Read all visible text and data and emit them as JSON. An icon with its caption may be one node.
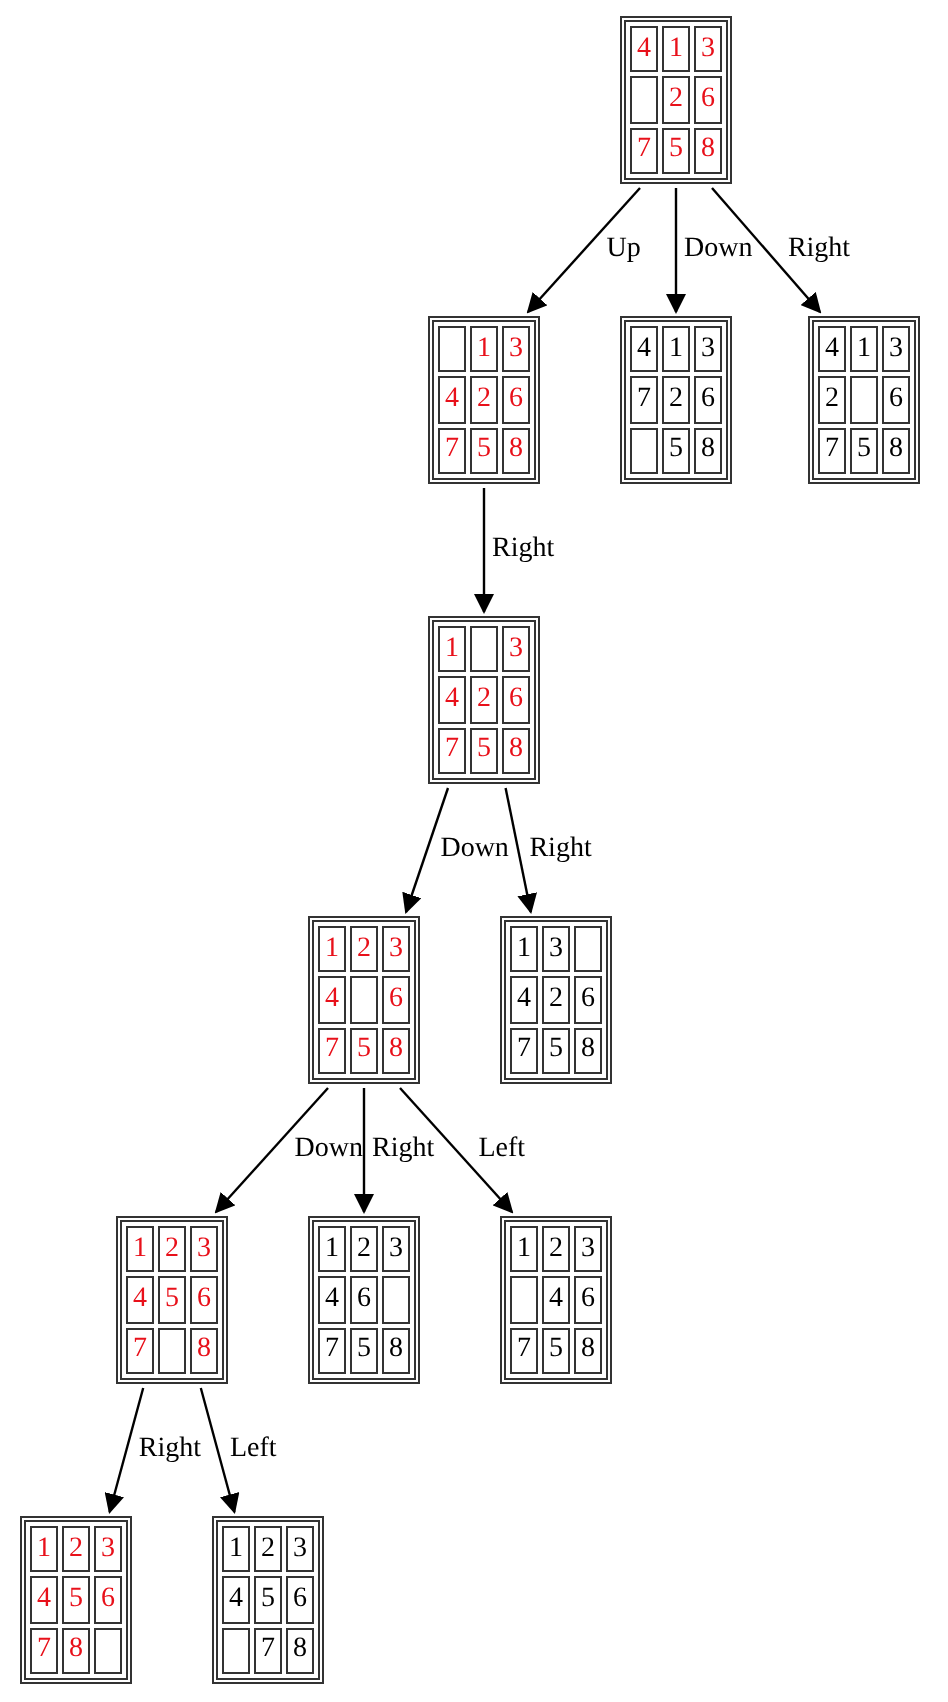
{
  "diagram": {
    "nodes": [
      {
        "text": [],
        "shape": "box"
      },
      {
        "text": [
          "4"
        ],
        "in": 0
      },
      {
        "text": [
          "1"
        ],
        "in": 0
      },
      {
        "text": [
          "3"
        ],
        "in": 0
      },
      {
        "text": [],
        "shape": "box",
        "in": 0
      },
      {
        "text": [
          "2"
        ],
        "in": 0
      },
      {
        "text": [
          "6"
        ],
        "in": 0
      },
      {
        "text": [
          "7"
        ],
        "in": 0
      },
      {
        "text": [
          "5"
        ],
        "in": 0
      },
      {
        "text": [
          "8"
        ],
        "in": 0
      },
      {
        "text": [],
        "shape": "box"
      },
      {
        "text": [],
        "shape": "box",
        "in": 10
      },
      {
        "text": [
          "1"
        ],
        "in": 10
      },
      {
        "text": [
          "3"
        ],
        "in": 10
      },
      {
        "text": [
          "4"
        ],
        "in": 10
      },
      {
        "text": [
          "2"
        ],
        "in": 10
      },
      {
        "text": [
          "6"
        ],
        "in": 10
      },
      {
        "text": [
          "7"
        ],
        "in": 10
      },
      {
        "text": [
          "5"
        ],
        "in": 10
      },
      {
        "text": [
          "8"
        ],
        "in": 10
      },
      {
        "text": [],
        "shape": "box"
      },
      {
        "text": [
          "4"
        ],
        "in": 20
      },
      {
        "text": [
          "1"
        ],
        "in": 20
      },
      {
        "text": [
          "3"
        ],
        "in": 20
      },
      {
        "text": [
          "7"
        ],
        "in": 20
      },
      {
        "text": [
          "2"
        ],
        "in": 20
      },
      {
        "text": [
          "6"
        ],
        "in": 20
      },
      {
        "text": [],
        "shape": "box",
        "in": 20
      },
      {
        "text": [
          "5"
        ],
        "in": 20
      },
      {
        "text": [
          "8"
        ],
        "in": 20
      },
      {
        "text": [],
        "shape": "box"
      },
      {
        "text": [
          "4"
        ],
        "in": 30
      },
      {
        "text": [
          "1"
        ],
        "in": 30
      },
      {
        "text": [
          "3"
        ],
        "in": 30
      },
      {
        "text": [
          "2"
        ],
        "in": 30
      },
      {
        "text": [],
        "shape": "box",
        "in": 30
      },
      {
        "text": [
          "6"
        ],
        "in": 30
      },
      {
        "text": [
          "7"
        ],
        "in": 30
      },
      {
        "text": [
          "5"
        ],
        "in": 30
      },
      {
        "text": [
          "8"
        ],
        "in": 30
      },
      {
        "text": [],
        "shape": "box"
      },
      {
        "text": [
          "1"
        ],
        "in": 40
      },
      {
        "text": [],
        "shape": "box",
        "in": 40
      },
      {
        "text": [
          "3"
        ],
        "in": 40
      },
      {
        "text": [
          "4"
        ],
        "in": 40
      },
      {
        "text": [
          "2"
        ],
        "in": 40
      },
      {
        "text": [
          "6"
        ],
        "in": 40
      },
      {
        "text": [
          "7"
        ],
        "in": 40
      },
      {
        "text": [
          "5"
        ],
        "in": 40
      },
      {
        "text": [
          "8"
        ],
        "in": 40
      },
      {
        "text": [],
        "shape": "box"
      },
      {
        "text": [
          "1"
        ],
        "in": 50
      },
      {
        "text": [
          "2"
        ],
        "in": 50
      },
      {
        "text": [
          "3"
        ],
        "in": 50
      },
      {
        "text": [
          "4"
        ],
        "in": 50
      },
      {
        "text": [],
        "shape": "box",
        "in": 50
      },
      {
        "text": [
          "6"
        ],
        "in": 50
      },
      {
        "text": [
          "7"
        ],
        "in": 50
      },
      {
        "text": [
          "5"
        ],
        "in": 50
      },
      {
        "text": [
          "8"
        ],
        "in": 50
      },
      {
        "text": [],
        "shape": "box"
      },
      {
        "text": [
          "1"
        ],
        "in": 60
      },
      {
        "text": [
          "3"
        ],
        "in": 60
      },
      {
        "text": [],
        "shape": "box",
        "in": 60
      },
      {
        "text": [
          "4"
        ],
        "in": 60
      },
      {
        "text": [
          "2"
        ],
        "in": 60
      },
      {
        "text": [
          "6"
        ],
        "in": 60
      },
      {
        "text": [
          "7"
        ],
        "in": 60
      },
      {
        "text": [
          "5"
        ],
        "in": 60
      },
      {
        "text": [
          "8"
        ],
        "in": 60
      },
      {
        "text": [],
        "shape": "box"
      },
      {
        "text": [
          "1"
        ],
        "in": 70
      },
      {
        "text": [
          "2"
        ],
        "in": 70
      },
      {
        "text": [
          "3"
        ],
        "in": 70
      },
      {
        "text": [
          "4"
        ],
        "in": 70
      },
      {
        "text": [
          "5"
        ],
        "in": 70
      },
      {
        "text": [
          "6"
        ],
        "in": 70
      },
      {
        "text": [
          "7"
        ],
        "in": 70
      },
      {
        "text": [],
        "shape": "box",
        "in": 70
      },
      {
        "text": [
          "8"
        ],
        "in": 70
      },
      {
        "text": [],
        "shape": "box"
      },
      {
        "text": [
          "1"
        ],
        "in": 80
      },
      {
        "text": [
          "2"
        ],
        "in": 80
      },
      {
        "text": [
          "3"
        ],
        "in": 80
      },
      {
        "text": [
          "4"
        ],
        "in": 80
      },
      {
        "text": [
          "6"
        ],
        "in": 80
      },
      {
        "text": [],
        "shape": "box",
        "in": 80
      },
      {
        "text": [
          "7"
        ],
        "in": 80
      },
      {
        "text": [
          "5"
        ],
        "in": 80
      },
      {
        "text": [
          "8"
        ],
        "in": 80
      },
      {
        "text": [],
        "shape": "box"
      },
      {
        "text": [
          "1"
        ],
        "in": 90
      },
      {
        "text": [
          "2"
        ],
        "in": 90
      },
      {
        "text": [
          "3"
        ],
        "in": 90
      },
      {
        "text": [],
        "shape": "box",
        "in": 90
      },
      {
        "text": [
          "4"
        ],
        "in": 90
      },
      {
        "text": [
          "6"
        ],
        "in": 90
      },
      {
        "text": [
          "7"
        ],
        "in": 90
      },
      {
        "text": [
          "5"
        ],
        "in": 90
      },
      {
        "text": [
          "8"
        ],
        "in": 90
      },
      {
        "text": [],
        "shape": "box"
      },
      {
        "text": [
          "1"
        ],
        "in": 100
      },
      {
        "text": [
          "2"
        ],
        "in": 100
      },
      {
        "text": [
          "3"
        ],
        "in": 100
      },
      {
        "text": [
          "4"
        ],
        "in": 100
      },
      {
        "text": [
          "5"
        ],
        "in": 100
      },
      {
        "text": [
          "6"
        ],
        "in": 100
      },
      {
        "text": [
          "7"
        ],
        "in": 100
      },
      {
        "text": [
          "8"
        ],
        "in": 100
      },
      {
        "text": [],
        "shape": "box",
        "in": 100
      },
      {
        "text": [],
        "shape": "box"
      },
      {
        "text": [
          "1"
        ],
        "in": 110
      },
      {
        "text": [
          "2"
        ],
        "in": 110
      },
      {
        "text": [
          "3"
        ],
        "in": 110
      },
      {
        "text": [
          "4"
        ],
        "in": 110
      },
      {
        "text": [
          "5"
        ],
        "in": 110
      },
      {
        "text": [
          "6"
        ],
        "in": 110
      },
      {
        "text": [],
        "shape": "box",
        "in": 110
      },
      {
        "text": [
          "7"
        ],
        "in": 110
      },
      {
        "text": [
          "8"
        ],
        "in": 110
      }
    ],
    "edges": [
      {
        "from": 0,
        "to": 10,
        "label": "Up",
        "arrow": "to"
      },
      {
        "from": 0,
        "to": 20,
        "label": "Down",
        "arrow": "to"
      },
      {
        "from": 0,
        "to": 30,
        "label": "Right",
        "arrow": "to"
      },
      {
        "from": 10,
        "to": 40,
        "label": "Right",
        "arrow": "to"
      },
      {
        "from": 40,
        "to": 50,
        "label": "Down",
        "arrow": "to"
      },
      {
        "from": 40,
        "to": 60,
        "label": "Right",
        "arrow": "to"
      },
      {
        "from": 50,
        "to": 70,
        "label": "Down",
        "arrow": "to"
      },
      {
        "from": 50,
        "to": 80,
        "label": "Right",
        "arrow": "to"
      },
      {
        "from": 50,
        "to": 90,
        "label": "Left",
        "arrow": "to"
      },
      {
        "from": 70,
        "to": 100,
        "label": "Right",
        "arrow": "to"
      },
      {
        "from": 70,
        "to": 110,
        "label": "Left",
        "arrow": "to"
      }
    ]
  }
}
